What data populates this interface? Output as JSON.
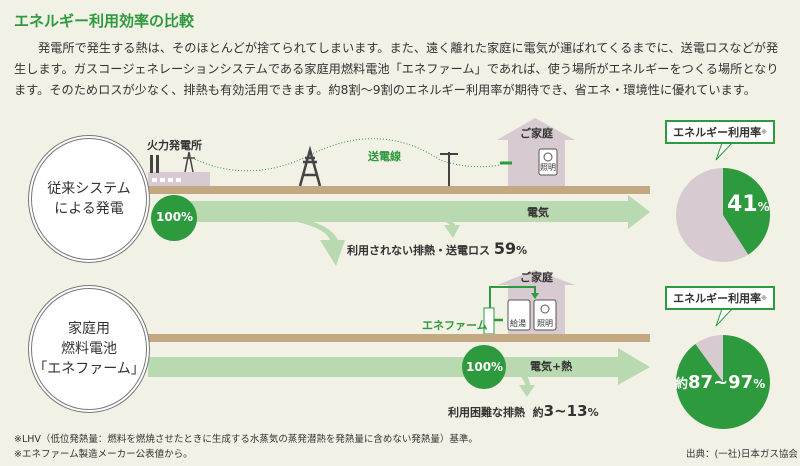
{
  "title": "エネルギー利用効率の比較",
  "intro": "発電所で発生する熱は、そのほとんどが捨てられてしまいます。また、遠く離れた家庭に電気が運ばれてくるまでに、送電ロスなどが発生します。ガスコージェネレーションシステムである家庭用燃料電池「エネファーム」であれば、使う場所がエネルギーをつくる場所となります。そのためロスが少なく、排熱も有効活用できます。約8割～9割のエネルギー利用率が期待でき、省エネ・環境性に優れています。",
  "colors": {
    "green": "#2e9a3e",
    "light_green": "#b9d9b0",
    "mauve": "#d8cad1",
    "ground": "#c4a882"
  },
  "conventional": {
    "label": "従来システム\nによる発電",
    "plant": "火力発電所",
    "line": "送電線",
    "home": "ご家庭",
    "lighting": "照明",
    "input": "100%",
    "electricity": "電気",
    "loss_label": "利用されない排熱・送電ロス",
    "loss_value": "59",
    "pct_sign": "%",
    "rate_label": "エネルギー利用率",
    "mark": "※",
    "rate_value": "41",
    "rate_fraction": 0.41
  },
  "enefarm": {
    "label": "家庭用\n燃料電池\n「エネファーム」",
    "unit": "エネファーム",
    "home": "ご家庭",
    "hot_water": "給湯",
    "lighting": "照明",
    "input": "100%",
    "output": "電気+熱",
    "loss_label": "利用困難な排熱",
    "loss_prefix": "約",
    "loss_value": "3~13",
    "pct_sign": "%",
    "rate_label": "エネルギー利用率",
    "mark": "※",
    "rate_prefix": "約",
    "rate_value": "87~97",
    "rate_fraction": 0.9
  },
  "notes": [
    "※LHV（低位発熱量：燃料を燃焼させたときに生成する水蒸気の蒸発潜熱を発熱量に含めない発熱量）基準。",
    "※エネファーム製造メーカー公表値から。"
  ],
  "source": "出典：(一社)日本ガス協会"
}
